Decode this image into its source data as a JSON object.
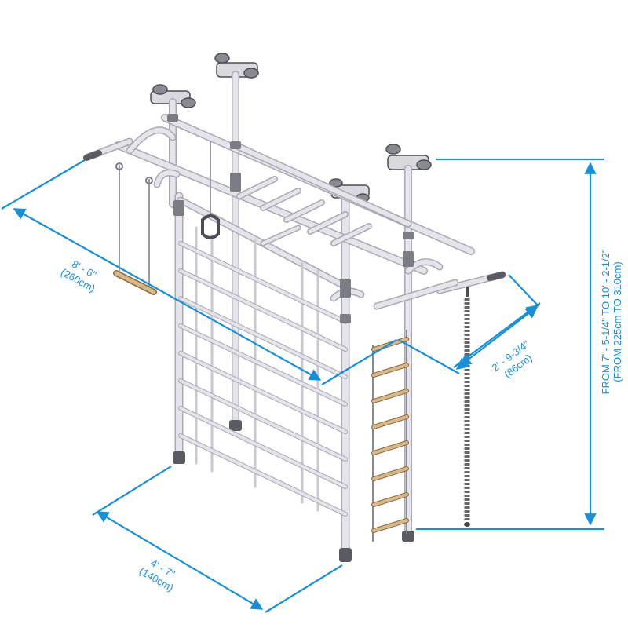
{
  "colors": {
    "dimension": "#1a8fd6",
    "frame": "#e4e4ea",
    "frame_edge": "#a9a9b3",
    "joint": "#7c7c84",
    "joint_dark": "#4d4d54",
    "rung_wood": "#d9b98a",
    "rope": "#777777"
  },
  "dimensions": {
    "depth": {
      "imperial": "2' - 9-3/4\"",
      "metric": "(86cm)"
    },
    "length": {
      "imperial": "8' - 6\"",
      "metric": "(260cm)"
    },
    "width": {
      "imperial": "4' - 7\"",
      "metric": "(140cm)"
    },
    "height": {
      "imperial": "FROM 7' - 5-1/4\" TO 10' - 2-1/2\"",
      "metric": "(FROM 225cm TO 310cm)"
    }
  },
  "parts": {
    "equipment": [
      "trapeze-bar",
      "gymnastic-ring",
      "climbing-rope",
      "rope-ladder",
      "wall-bars",
      "monkey-bars",
      "ceiling-mounts"
    ]
  }
}
